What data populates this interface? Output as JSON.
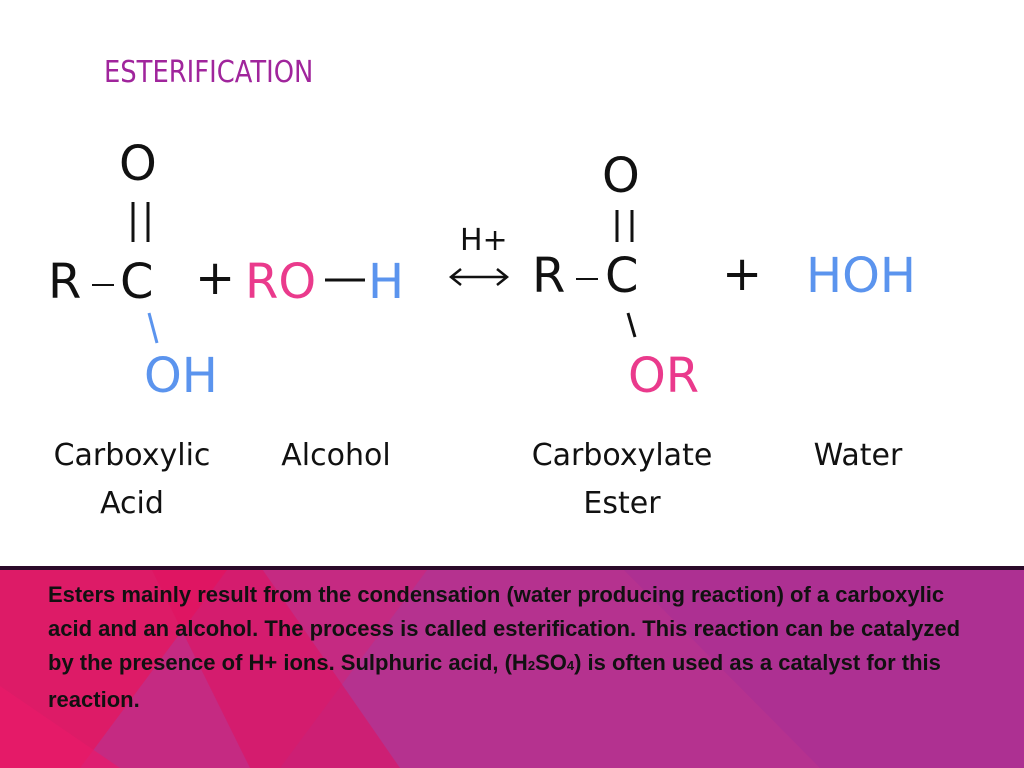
{
  "title": "ESTERIFICATION",
  "reaction": {
    "acid": {
      "O": "O",
      "R": "R",
      "C": "C",
      "OH": "OH"
    },
    "plus1": "+",
    "alcohol": {
      "RO": "RO",
      "H": "H"
    },
    "catalyst": "H+",
    "ester": {
      "O": "O",
      "R": "R",
      "C": "C",
      "OR": "OR"
    },
    "plus2": "+",
    "water": "HOH"
  },
  "labels": {
    "acid_line1": "Carboxylic",
    "acid_line2": "Acid",
    "alcohol": "Alcohol",
    "ester_line1": "Carboxylate",
    "ester_line2": "Ester",
    "water": "Water"
  },
  "description": {
    "part1": "Esters mainly result from the condensation (water producing reaction) of a carboxylic acid and an alcohol. The process is called esterification. This reaction can be catalyzed by the presence of H+ ions. Sulphuric acid, (H",
    "sub1": "2",
    "part2": "SO",
    "sub2": "4",
    "part3": ") is often used as a catalyst for this reaction."
  },
  "colors": {
    "title": "#a0259c",
    "acid_text": "#111111",
    "alcohol_RO": "#ea3a8c",
    "blue_groups": "#5b94ee",
    "ester_OR": "#ea3a8c",
    "band_main": "#b5328f",
    "band_accent": "#e0115f"
  }
}
